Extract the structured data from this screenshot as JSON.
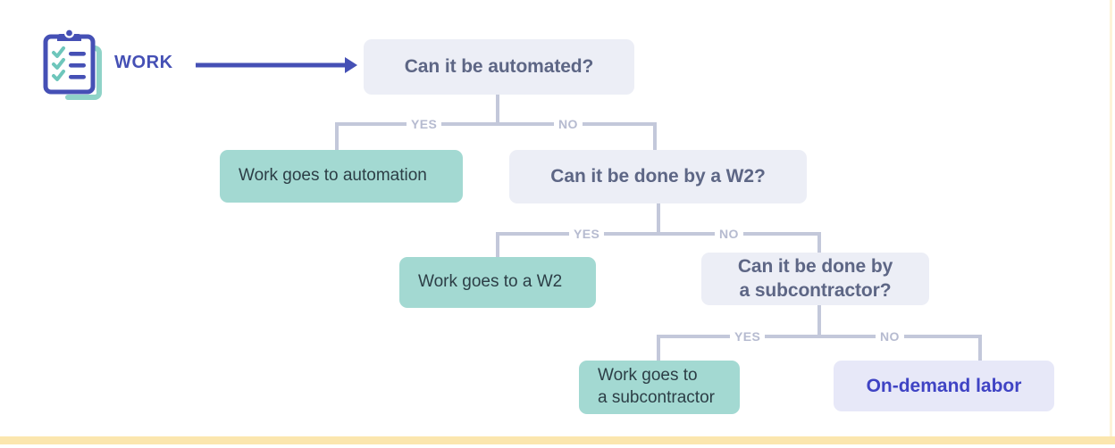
{
  "diagram": {
    "title_label": "WORK",
    "icon": "clipboard-checklist-icon",
    "colors": {
      "decision_bg": "#eceef6",
      "decision_text": "#5d6685",
      "outcome_bg": "#a3d9d2",
      "outcome_text": "#2c3e46",
      "terminal_bg": "#e7e8f8",
      "terminal_text": "#3f43c4",
      "connector": "#c3c8da",
      "arrow": "#4550b5",
      "accent_rule": "#fbe6ae"
    },
    "branch_labels": {
      "yes": "YES",
      "no": "NO"
    },
    "nodes": {
      "q1": "Can it be automated?",
      "q1_yes": "Work goes to automation",
      "q2": "Can it be done by a W2?",
      "q2_yes": "Work goes to a W2",
      "q3": "Can it be done by\na subcontractor?",
      "q3_yes": "Work goes to\na subcontractor",
      "q3_no": "On-demand labor"
    },
    "branches": [
      {
        "from": "q1",
        "yes_label": "YES",
        "yes_target": "q1_yes",
        "no_label": "NO",
        "no_target": "q2"
      },
      {
        "from": "q2",
        "yes_label": "YES",
        "yes_target": "q2_yes",
        "no_label": "NO",
        "no_target": "q3"
      },
      {
        "from": "q3",
        "yes_label": "YES",
        "yes_target": "q3_yes",
        "no_label": "NO",
        "no_target": "q3_no"
      }
    ]
  }
}
